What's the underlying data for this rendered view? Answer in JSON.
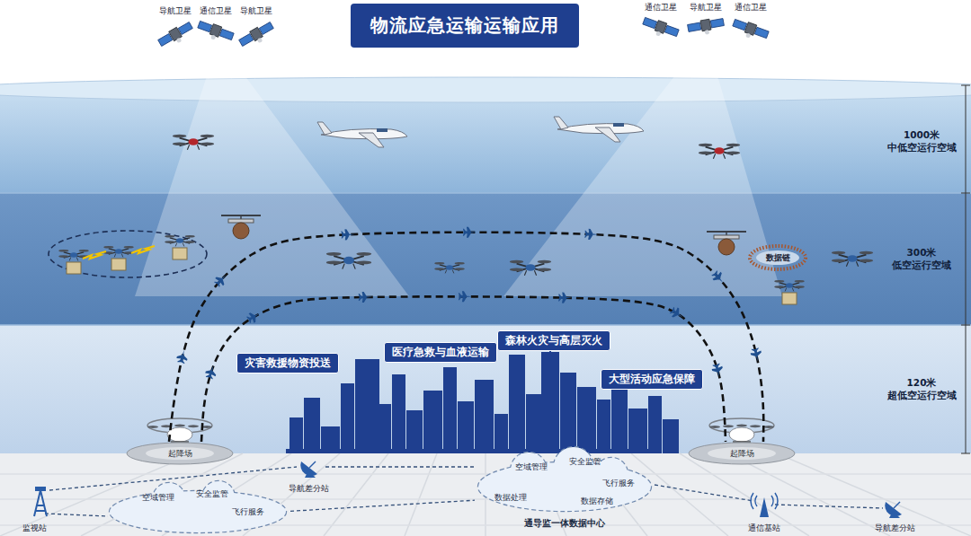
{
  "diagram": {
    "title": "物流应急运输运输应用",
    "nodes": [
      {
        "text": [
          "1000米 中低空运行空域"
        ]
      },
      {
        "text": [
          "300米 低空运行空域"
        ]
      },
      {
        "text": [
          "120米 超低空运行空域"
        ]
      },
      {
        "text": [
          "灾害救援物资投送"
        ],
        "in": 2
      },
      {
        "text": [
          "医疗急救与血液运输"
        ],
        "in": 2
      },
      {
        "text": [
          "森林火灾与高层灭火"
        ],
        "in": 2
      },
      {
        "text": [
          "大型活动应急保障"
        ],
        "in": 2
      },
      {
        "text": [
          "起降场"
        ]
      },
      {
        "text": [
          "起降场"
        ]
      },
      {
        "text": [
          "空域管理",
          "安全监管",
          "飞行服务"
        ]
      },
      {
        "text": [
          "空域管理",
          "安全监管",
          "飞行服务",
          "数据处理",
          "数据存储",
          "通导监一体数据中心"
        ]
      }
    ],
    "edges": [
      {
        "from": 7,
        "to": 8,
        "arrow": "none"
      },
      {
        "from": 7,
        "to": 8,
        "arrow": "none"
      },
      {
        "from": 9,
        "to": 10,
        "arrow": "none"
      }
    ],
    "labels": [
      "导航卫星",
      "通信卫星",
      "导航卫星",
      "通信卫星",
      "导航卫星",
      "通信卫星",
      "数据链",
      "监视站",
      "导航差分站",
      "通信基站",
      "导航差分站"
    ]
  }
}
